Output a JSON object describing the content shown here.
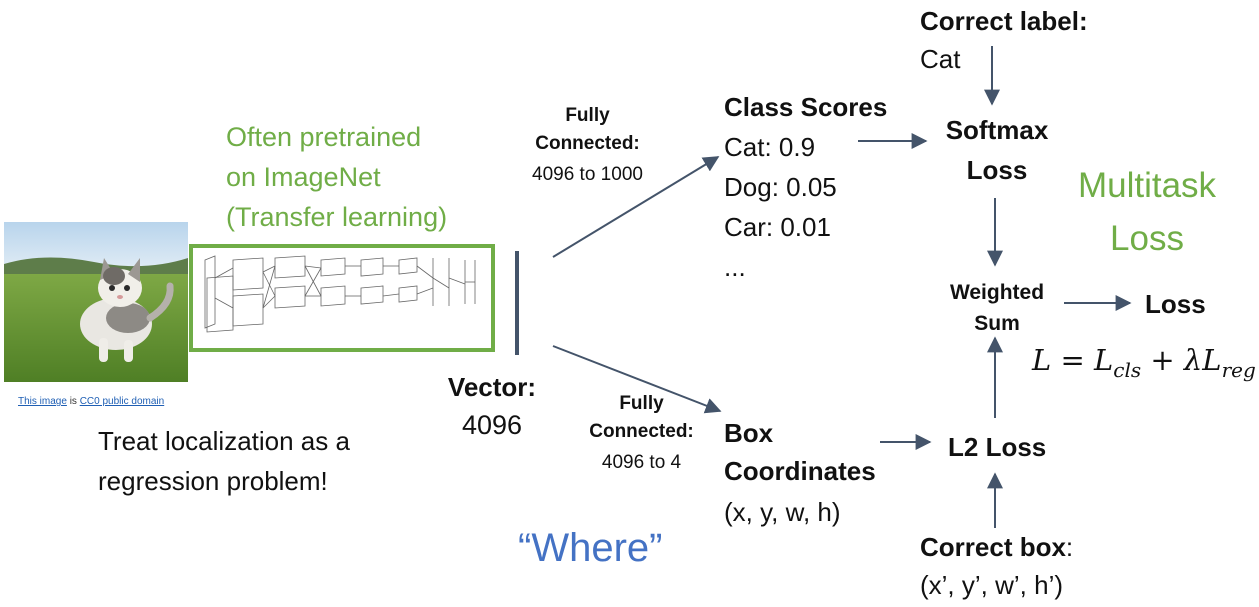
{
  "correct_label": {
    "title": "Correct label:",
    "value": "Cat"
  },
  "pretrained": {
    "line1": "Often pretrained",
    "line2": "on ImageNet",
    "line3": "(Transfer learning)"
  },
  "fc_top": {
    "line1": "Fully",
    "line2": "Connected:",
    "line3": "4096 to 1000"
  },
  "fc_bottom": {
    "line1": "Fully",
    "line2": "Connected:",
    "line3": "4096 to 4"
  },
  "class_scores": {
    "title": "Class Scores",
    "items": [
      "Cat: 0.9",
      "Dog: 0.05",
      "Car: 0.01",
      "..."
    ]
  },
  "softmax": {
    "line1": "Softmax",
    "line2": "Loss"
  },
  "multitask": {
    "line1": "Multitask",
    "line2": "Loss"
  },
  "weighted_sum": {
    "line1": "Weighted",
    "line2": "Sum"
  },
  "loss": "Loss",
  "equation": {
    "lhs": "L",
    "equals": "=",
    "l1": "L",
    "s1": "cls",
    "plus": "+",
    "lambda": "λ",
    "l2": "L",
    "s2": "reg"
  },
  "vector": {
    "title": "Vector:",
    "value": "4096"
  },
  "image_credit": {
    "link1": "This image",
    "middle": "is",
    "link2": "CC0 public domain"
  },
  "treat": {
    "line1": "Treat localization as a",
    "line2": "regression problem!"
  },
  "box_coords": {
    "line1": "Box",
    "line2": "Coordinates",
    "line3": "(x, y, w, h)"
  },
  "l2_loss": "L2 Loss",
  "where": "“Where”",
  "correct_box": {
    "title": "Correct box",
    "colon": ":",
    "value": "(x’, y’, w’, h’)"
  },
  "colors": {
    "green": "#70AD47",
    "blue": "#4472C4",
    "arrow": "#44546A"
  }
}
